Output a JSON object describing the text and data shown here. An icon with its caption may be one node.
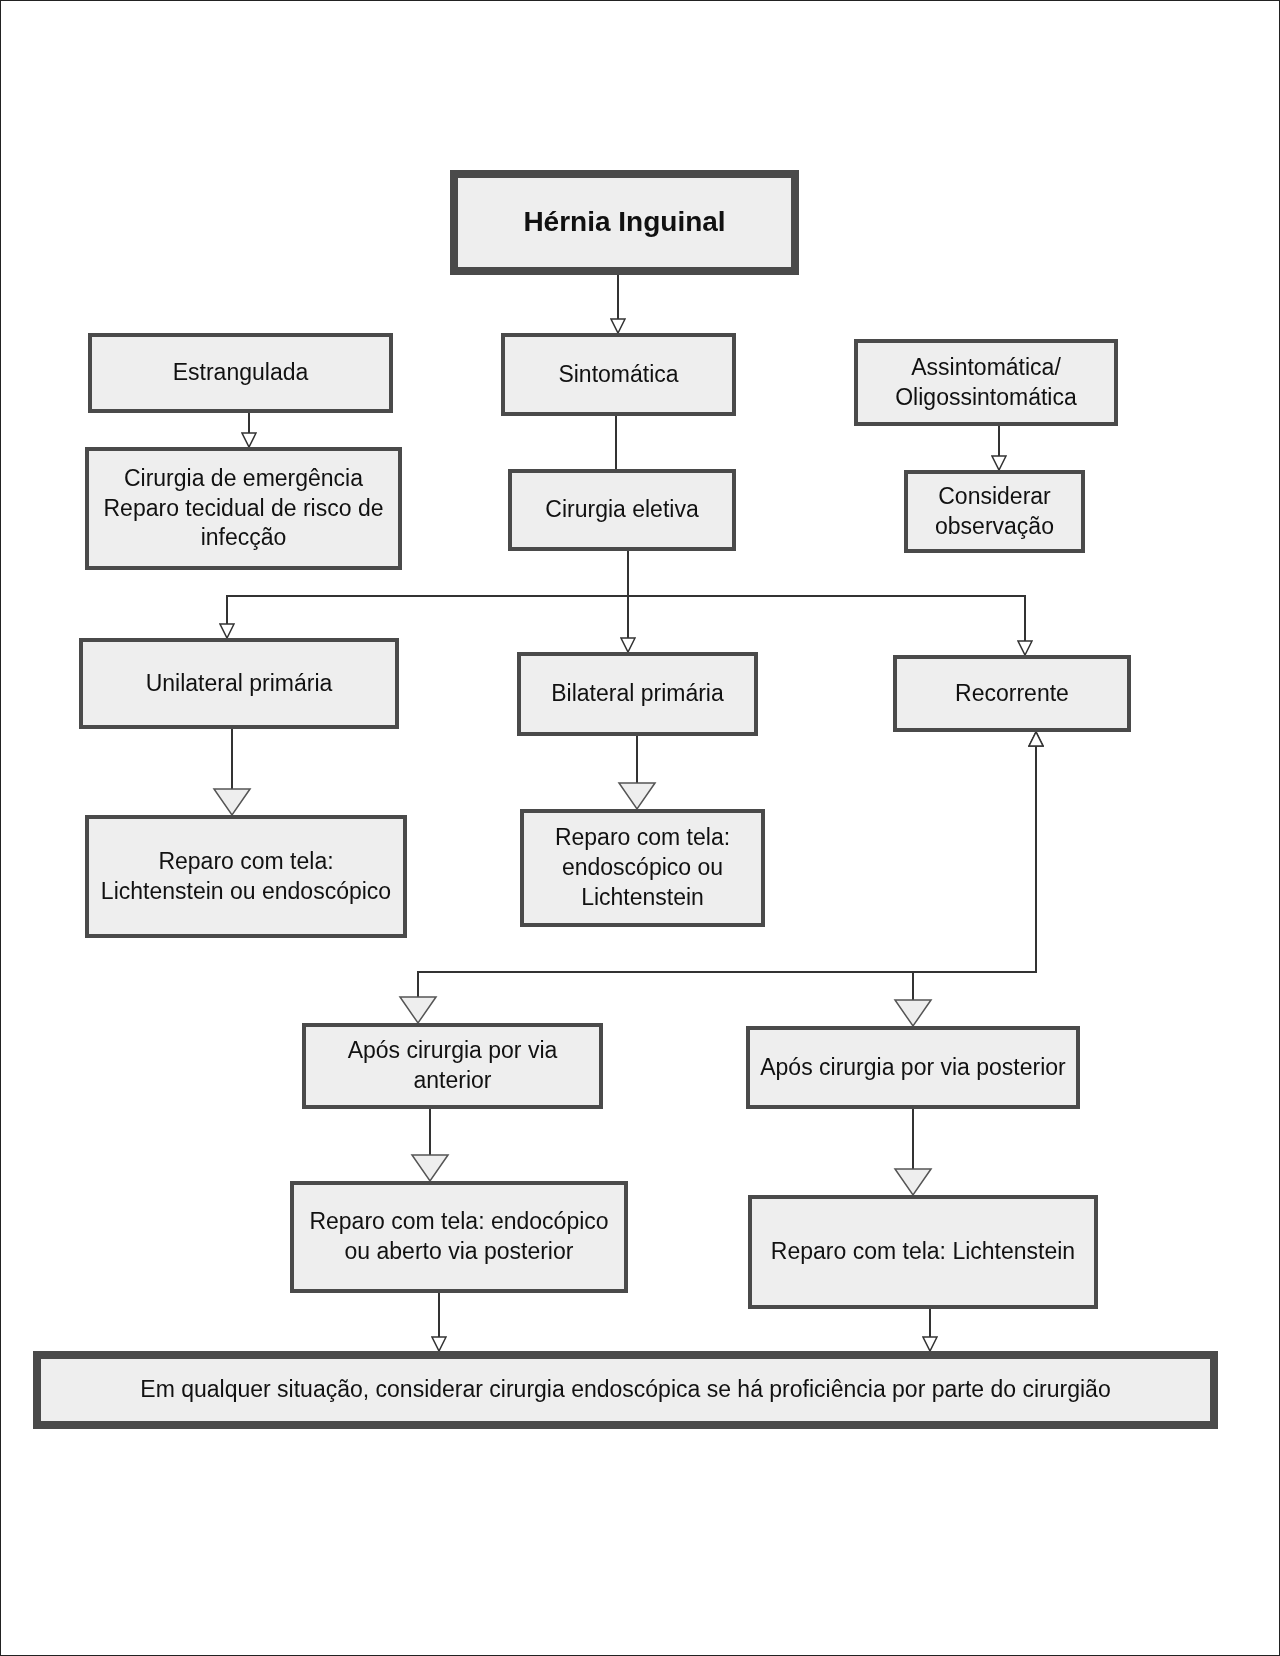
{
  "diagram": {
    "nodes": [
      {
        "text": [
          "Hérnia Inguinal"
        ]
      },
      {
        "text": [
          "Estrangulada"
        ]
      },
      {
        "text": [
          "Sintomática"
        ]
      },
      {
        "text": [
          "Assintomática/ Oligossintomática"
        ]
      },
      {
        "text": [
          "Cirurgia de emergência Reparo tecidual de risco de infecção"
        ]
      },
      {
        "text": [
          "Cirurgia eletiva"
        ]
      },
      {
        "text": [
          "Considerar observação"
        ]
      },
      {
        "text": [
          "Unilateral primária"
        ]
      },
      {
        "text": [
          "Bilateral primária"
        ]
      },
      {
        "text": [
          "Recorrente"
        ]
      },
      {
        "text": [
          "Reparo com tela: Lichtenstein ou endoscópico"
        ]
      },
      {
        "text": [
          "Reparo com tela: endoscópico ou Lichtenstein"
        ]
      },
      {
        "text": [
          "Após cirurgia por via anterior"
        ]
      },
      {
        "text": [
          "Após cirurgia por via posterior"
        ]
      },
      {
        "text": [
          "Reparo com tela: endocópico ou aberto via posterior"
        ]
      },
      {
        "text": [
          "Reparo com tela: Lichtenstein"
        ]
      },
      {
        "text": [
          "Em qualquer situação, considerar cirurgia endoscópica se há proficiência por parte do cirurgião"
        ]
      }
    ],
    "edges": [
      {
        "from": 0,
        "to": 2,
        "arrow": "to"
      },
      {
        "from": 1,
        "to": 4,
        "arrow": "to"
      },
      {
        "from": 2,
        "to": 5,
        "arrow": "none"
      },
      {
        "from": 3,
        "to": 6,
        "arrow": "to"
      },
      {
        "from": 5,
        "to": 7,
        "arrow": "to"
      },
      {
        "from": 5,
        "to": 8,
        "arrow": "to"
      },
      {
        "from": 5,
        "to": 9,
        "arrow": "to"
      },
      {
        "from": 7,
        "to": 10,
        "arrow": "to"
      },
      {
        "from": 8,
        "to": 11,
        "arrow": "to"
      },
      {
        "from": 9,
        "to": 12,
        "arrow": "both"
      },
      {
        "from": 9,
        "to": 13,
        "arrow": "both"
      },
      {
        "from": 12,
        "to": 14,
        "arrow": "to"
      },
      {
        "from": 13,
        "to": 15,
        "arrow": "to"
      },
      {
        "from": 14,
        "to": 16,
        "arrow": "to"
      },
      {
        "from": 15,
        "to": 16,
        "arrow": "to"
      }
    ]
  }
}
